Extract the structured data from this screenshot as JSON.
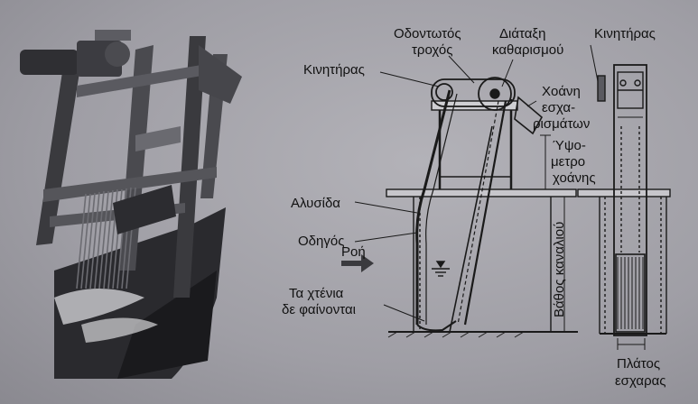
{
  "labels": {
    "motor_left": "Κινητήρας",
    "gear_line1": "Οδοντωτός",
    "gear_line2": "τροχός",
    "cleaning_line1": "Διάταξη",
    "cleaning_line2": "καθαρισμού",
    "motor_right": "Κινητήρας",
    "hopper_line1": "Χοάνη",
    "hopper_line2": "εσχα-",
    "hopper_line3": "ρισμάτων",
    "hopper_height_line1": "Ύψο-",
    "hopper_height_line2": "μετρο",
    "hopper_height_line3": "χοάνης",
    "chain": "Αλυσίδα",
    "guide": "Οδηγός",
    "flow": "Ροή",
    "combs_line1": "Τα χτένια",
    "combs_line2": "δε φαίνονται",
    "channel_depth": "Βάθος καναλιού",
    "screen_width_line1": "Πλάτος",
    "screen_width_line2": "εσχαρας"
  }
}
